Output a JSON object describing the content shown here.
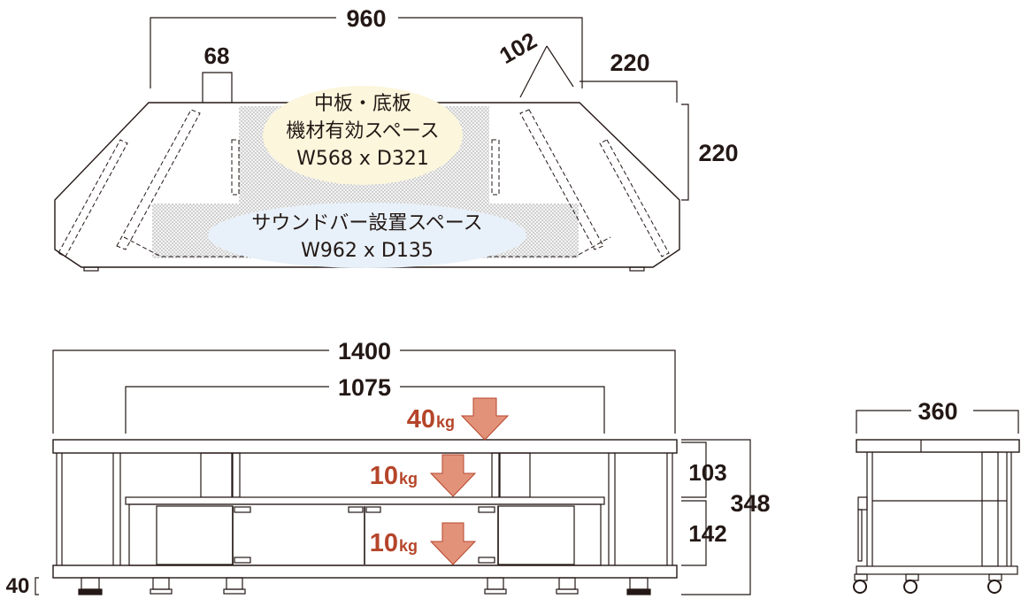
{
  "top_view": {
    "dims": {
      "width": "960",
      "post": "68",
      "corner_a": "102",
      "corner_b": "220",
      "corner_c": "220"
    },
    "shelf_label": [
      "中板・底板",
      "機材有効スペース",
      "W568 x D321"
    ],
    "soundbar_label": [
      "サウンドバー設置スペース",
      "W962 x D135"
    ]
  },
  "front_view": {
    "dims": {
      "total_width": "1400",
      "inner_width": "1075",
      "upper_height": "103",
      "lower_height": "142",
      "total_height": "348",
      "leg_height": "40"
    },
    "loads": [
      {
        "value": "40",
        "unit": "kg"
      },
      {
        "value": "10",
        "unit": "kg"
      },
      {
        "value": "10",
        "unit": "kg"
      }
    ]
  },
  "side_view": {
    "dims": {
      "depth": "360"
    }
  },
  "colors": {
    "line": "#231815",
    "load_text": "#b5452a",
    "load_arrow": "#e3927a",
    "ellipse_shelf": "#fbf6dc",
    "ellipse_soundbar": "#e8f1f9"
  }
}
